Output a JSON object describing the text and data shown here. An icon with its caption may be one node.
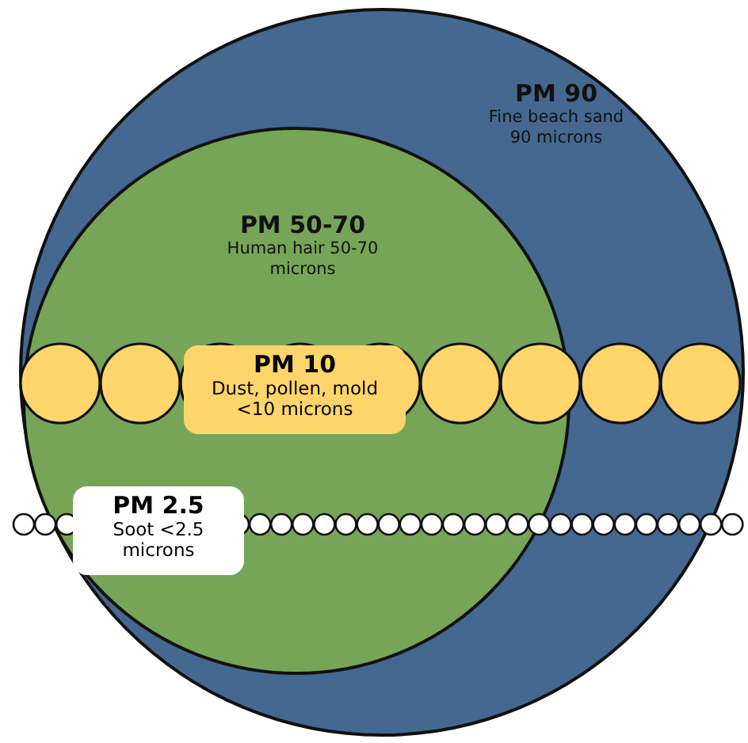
{
  "diagram": {
    "nodes": [
      {
        "text": [
          "PM 90",
          "Fine beach sand 90 microns"
        ]
      },
      {
        "text": [
          "PM 50-70",
          "Human hair 50-70 microns"
        ],
        "in": 0
      },
      {
        "text": [
          "PM 10",
          "Dust, pollen, mold <10 microns"
        ],
        "in": 1
      },
      {
        "text": [
          "PM 2.5",
          "Soot <2.5 microns"
        ],
        "in": 1
      }
    ]
  }
}
